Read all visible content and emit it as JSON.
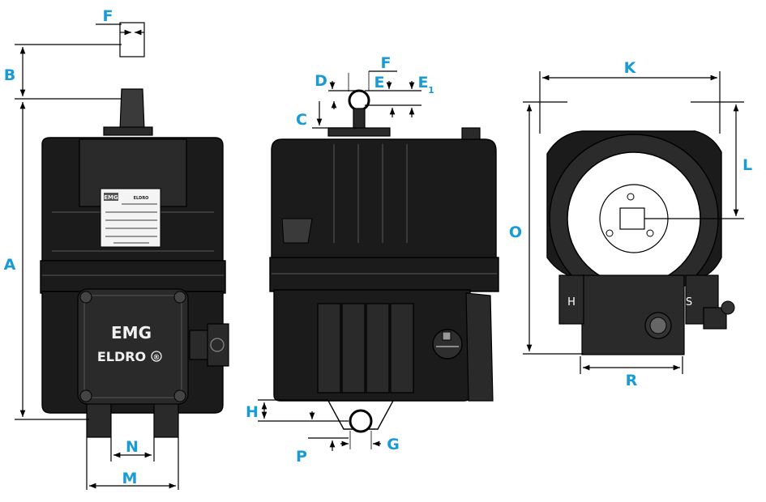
{
  "labels": {
    "A": "A",
    "B": "B",
    "C": "C",
    "D": "D",
    "E": "E",
    "E1_main": "E",
    "E1_sub": "1",
    "F_left": "F",
    "F_mid": "F",
    "G": "G",
    "H": "H",
    "K": "K",
    "L": "L",
    "M": "M",
    "N": "N",
    "O": "O",
    "P": "P",
    "R": "R"
  },
  "product": {
    "logo": "EMG",
    "brand": "ELDRO",
    "registered": "®",
    "plate_brand": "EMG",
    "plate_model": "ELDRO"
  },
  "side_markers": {
    "left": "H",
    "right": "S"
  },
  "colors": {
    "dimension_label": "#1a9ad6",
    "body": "#1b1b1b",
    "line": "#000000"
  }
}
